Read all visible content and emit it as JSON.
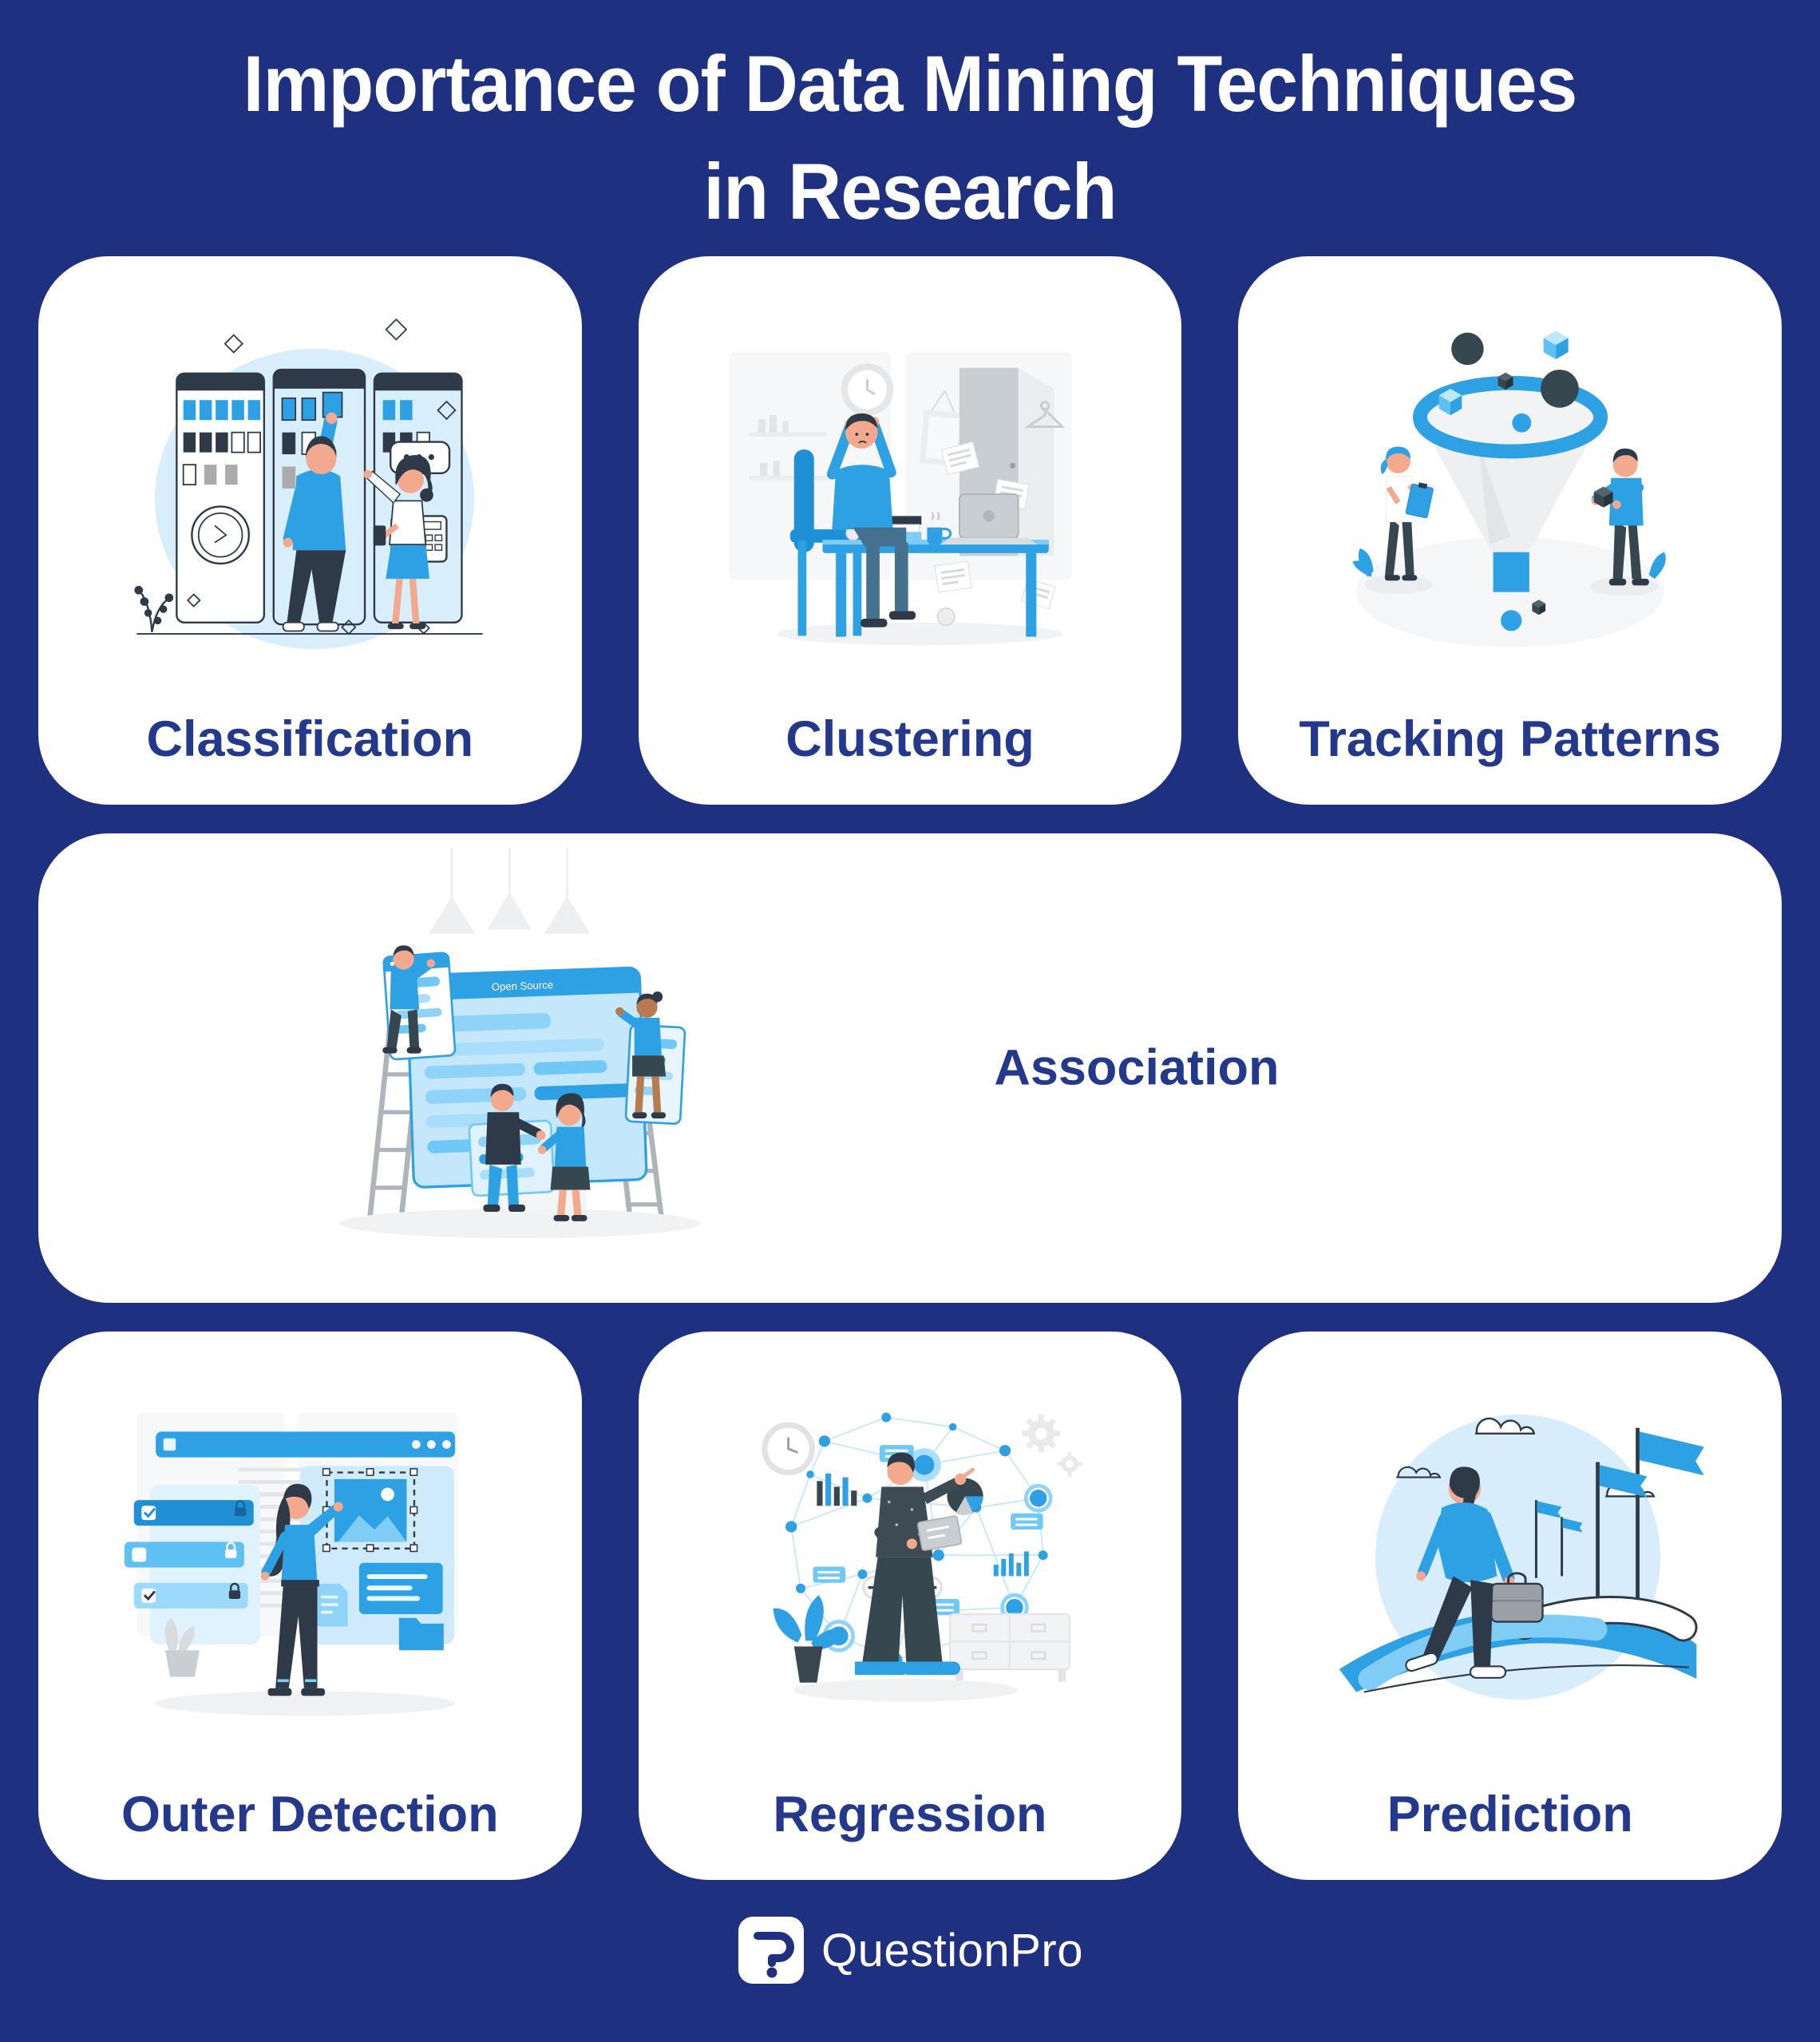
{
  "header": {
    "title_line1": "Importance of Data Mining Techniques",
    "title_line2": "in Research"
  },
  "cards": [
    {
      "id": "classification",
      "label": "Classification",
      "illustration": "kanban-sorting-illustration"
    },
    {
      "id": "clustering",
      "label": "Clustering",
      "illustration": "stressed-desk-worker-illustration"
    },
    {
      "id": "tracking-patterns",
      "label": "Tracking Patterns",
      "illustration": "data-funnel-illustration"
    },
    {
      "id": "association",
      "label": "Association",
      "illustration": "ui-assembly-ladders-illustration",
      "illustration_text": "Open Source"
    },
    {
      "id": "outer-detection",
      "label": "Outer Detection",
      "illustration": "content-curation-illustration"
    },
    {
      "id": "regression",
      "label": "Regression",
      "illustration": "network-analysis-illustration"
    },
    {
      "id": "prediction",
      "label": "Prediction",
      "illustration": "path-to-goals-illustration"
    }
  ],
  "footer": {
    "brand": "QuestionPro",
    "logo_icon": "questionpro-logo-icon"
  },
  "colors": {
    "background": "#1F3080",
    "card": "#FFFFFF",
    "title_text": "#FFFFFF",
    "label_text": "#24388C",
    "accent_blue": "#2EA1E4",
    "light_blue": "#7FCDF6",
    "pale_blue": "#D9EEFB",
    "dark_slate": "#2E3A47"
  }
}
